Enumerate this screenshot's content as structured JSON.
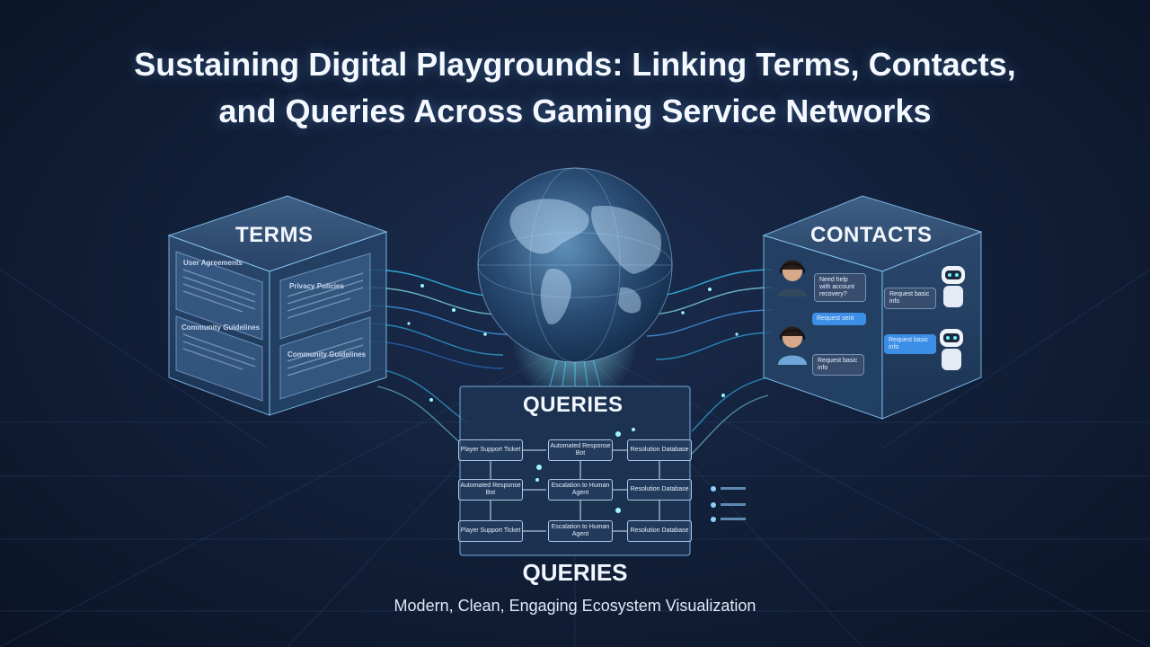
{
  "title": {
    "line1": "Sustaining Digital Playgrounds: Linking Terms, Contacts,",
    "line2": "and Queries Across Gaming Service Networks"
  },
  "terms": {
    "label": "TERMS",
    "docs": [
      "User Agreements",
      "Privacy Policies",
      "Community Guidelines",
      "Community Guidelines"
    ]
  },
  "contacts": {
    "label": "CONTACTS",
    "bubbles": [
      "Need help with account recovery?",
      "Request sent",
      "Request basic info",
      "Request basic info",
      "Request basic info"
    ]
  },
  "queries": {
    "panel_label": "QUERIES",
    "bottom_label": "QUERIES",
    "flow": [
      "Player Support Ticket",
      "Automated Response Bot",
      "Resolution Database",
      "Automated Response Bot",
      "Escalation to Human Agent",
      "Resolution Database",
      "Player Support Ticket",
      "Escalation to Human Agent",
      "Resolution Database"
    ]
  },
  "subtitle": "Modern, Clean, Engaging Ecosystem Visualization",
  "colors": {
    "background": "#12203a",
    "accent_cyan": "#7fe6ff",
    "accent_blue": "#3d8ee6",
    "text": "#f2f7ff"
  },
  "icons": [
    "globe-icon",
    "support-agent-icon",
    "robot-icon"
  ]
}
